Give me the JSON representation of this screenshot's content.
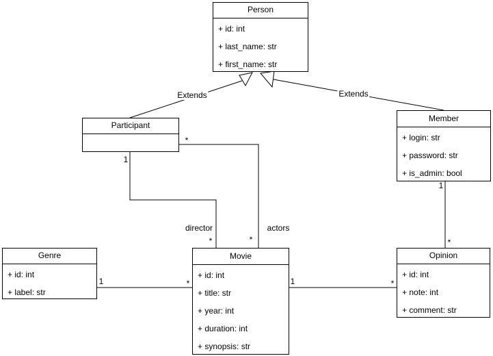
{
  "diagram": {
    "type": "uml-class-diagram",
    "colors": {
      "background": "#ffffff",
      "stroke": "#000000",
      "text": "#000000",
      "box_fill": "#ffffff"
    },
    "classes": [
      {
        "name": "Person",
        "attributes": [
          "+ id: int",
          "+ last_name: str",
          "+ first_name: str"
        ]
      },
      {
        "name": "Participant",
        "attributes": []
      },
      {
        "name": "Member",
        "attributes": [
          "+ login: str",
          "+ password: str",
          "+ is_admin: bool"
        ]
      },
      {
        "name": "Genre",
        "attributes": [
          "+ id: int",
          "+ label: str"
        ]
      },
      {
        "name": "Movie",
        "attributes": [
          "+ id: int",
          "+ title: str",
          "+ year: int",
          "+ duration: int",
          "+ synopsis: str"
        ]
      },
      {
        "name": "Opinion",
        "attributes": [
          "+ id: int",
          "+ note: int",
          "+ comment: str"
        ]
      }
    ],
    "relationships": [
      {
        "type": "generalization",
        "from": "Participant",
        "to": "Person",
        "label": "Extends"
      },
      {
        "type": "generalization",
        "from": "Member",
        "to": "Person",
        "label": "Extends"
      },
      {
        "type": "association",
        "from": "Participant",
        "to": "Movie",
        "label": "director",
        "from_mult": "1",
        "to_mult": "*"
      },
      {
        "type": "association",
        "from": "Participant",
        "to": "Movie",
        "label": "actors",
        "from_mult": "*",
        "to_mult": "*"
      },
      {
        "type": "association",
        "from": "Genre",
        "to": "Movie",
        "label": "",
        "from_mult": "1",
        "to_mult": "*"
      },
      {
        "type": "association",
        "from": "Movie",
        "to": "Opinion",
        "label": "",
        "from_mult": "1",
        "to_mult": "*"
      },
      {
        "type": "association",
        "from": "Member",
        "to": "Opinion",
        "label": "",
        "from_mult": "1",
        "to_mult": "*"
      }
    ]
  }
}
